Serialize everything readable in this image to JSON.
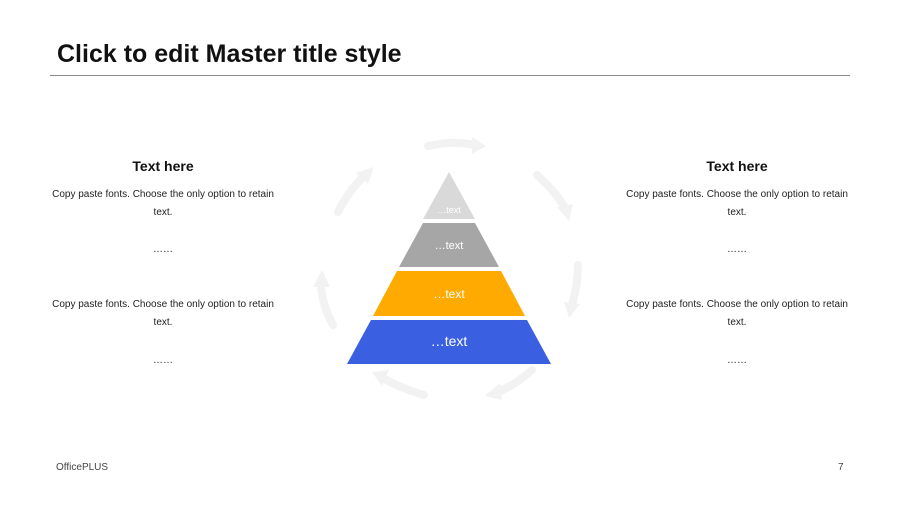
{
  "slide": {
    "title": "Click to edit Master title style",
    "footer_brand": "OfficePLUS",
    "page_number": "7"
  },
  "left_column": {
    "heading": "Text here",
    "paragraph_1": "Copy paste fonts. Choose the only option to retain text.",
    "dots_1": "……",
    "paragraph_2": "Copy paste fonts. Choose the only option to retain text.",
    "dots_2": "……"
  },
  "right_column": {
    "heading": "Text here",
    "paragraph_1": "Copy paste fonts. Choose the only option to retain text.",
    "dots_1": "……",
    "paragraph_2": "Copy paste fonts. Choose the only option to retain text.",
    "dots_2": "……"
  },
  "pyramid": {
    "levels": [
      {
        "label": "…text",
        "color": "#d9d9d9"
      },
      {
        "label": "…text",
        "color": "#a6a6a6"
      },
      {
        "label": "…text",
        "color": "#ffaa00"
      },
      {
        "label": "…text",
        "color": "#3a5fe0"
      }
    ],
    "cycle_arrow_color": "#f2f2f2"
  }
}
